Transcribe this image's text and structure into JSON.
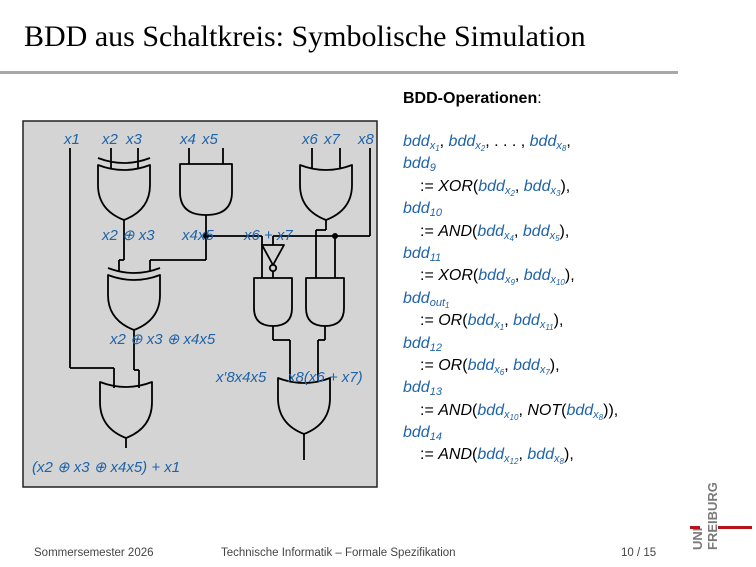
{
  "title": "BDD aus Schaltkreis: Symbolische Simulation",
  "operations": {
    "heading": "BDD-Operationen",
    "heading_suffix": ":"
  },
  "circuit": {
    "inputs": [
      "x1",
      "x2",
      "x3",
      "x4",
      "x5",
      "x6",
      "x7",
      "x8"
    ],
    "labels": {
      "xor23": "x2 ⊕ x3",
      "and45": "x4x5",
      "or67": "x6 + x7",
      "xor2345": "x2 ⊕ x3 ⊕ x4x5",
      "and_not8": "x′8x4x5",
      "and8_67": "x8(x6 + x7)",
      "output": "(x2 ⊕ x3 ⊕ x4x5) + x1"
    }
  },
  "footer": {
    "semester": "Sommersemester 2026",
    "course": "Technische Informatik – Formale Spezifikation",
    "page": "10 / 15"
  },
  "logo": {
    "top": "UNI",
    "bottom": "FREIBURG",
    "accent_color": "#b7121a"
  },
  "colors": {
    "accent_blue": "#1f63a8",
    "circuit_bg": "#d4d4d4",
    "rule": "#a8a8a8"
  }
}
